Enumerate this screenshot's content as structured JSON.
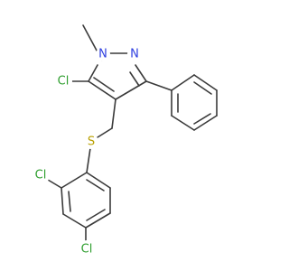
{
  "molecule": {
    "atoms": {
      "n1": {
        "label": "N",
        "color": "#2f3fe0"
      },
      "n2": {
        "label": "N",
        "color": "#2f3fe0"
      },
      "cl_pyrazole": {
        "label": "Cl",
        "color": "#2e9e2e"
      },
      "s": {
        "label": "S",
        "color": "#b9a000"
      },
      "cl_ortho": {
        "label": "Cl",
        "color": "#2e9e2e"
      },
      "cl_para": {
        "label": "Cl",
        "color": "#2e9e2e"
      }
    },
    "bond_color": "#3a3a3a"
  }
}
